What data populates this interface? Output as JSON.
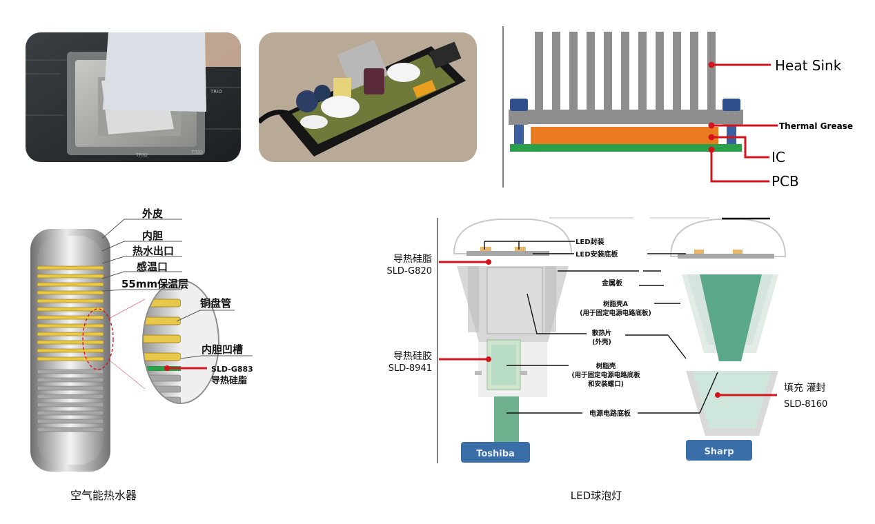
{
  "photos": {
    "cpu": "cpu-thermal-paste-photo",
    "psu": "power-adapter-potting-photo"
  },
  "heatsink": {
    "heat_sink": "Heat Sink",
    "thermal_grease": "Thermal Grease",
    "ic": "IC",
    "pcb": "PCB"
  },
  "heater": {
    "labels": [
      "外皮",
      "内胆",
      "热水出口",
      "感温口",
      "55mm保温层"
    ],
    "copper_tube": "铜盘管",
    "groove": "内胆凹槽",
    "product": "SLD-G883",
    "product_desc": "导热硅脂",
    "caption": "空气能热水器"
  },
  "led": {
    "grease_cn": "导热硅脂",
    "grease_code": "SLD-G820",
    "glue_cn": "导热硅胶",
    "glue_code": "SLD-8941",
    "potting_cn": "填充 灌封",
    "potting_code": "SLD-8160",
    "encap": "LED封装",
    "mount_board": "LED安装底板",
    "metal_plate": "金属板",
    "resin_a_1": "树脂壳A",
    "resin_a_2": "(用于固定电源电路底板)",
    "heat_fin_1": "散热片",
    "heat_fin_2": "(外壳)",
    "resin_1": "树脂壳",
    "resin_2": "(用于固定电源电路底板",
    "resin_3": "和安装螺口)",
    "power_board": "电源电路底板",
    "brand_left": "Toshiba",
    "brand_right": "Sharp",
    "caption": "LED球泡灯"
  },
  "colors": {
    "red": "#d4141c",
    "pcb_green": "#2aa04a",
    "ic_orange": "#e97a1f",
    "gold": "#e8c84a"
  }
}
